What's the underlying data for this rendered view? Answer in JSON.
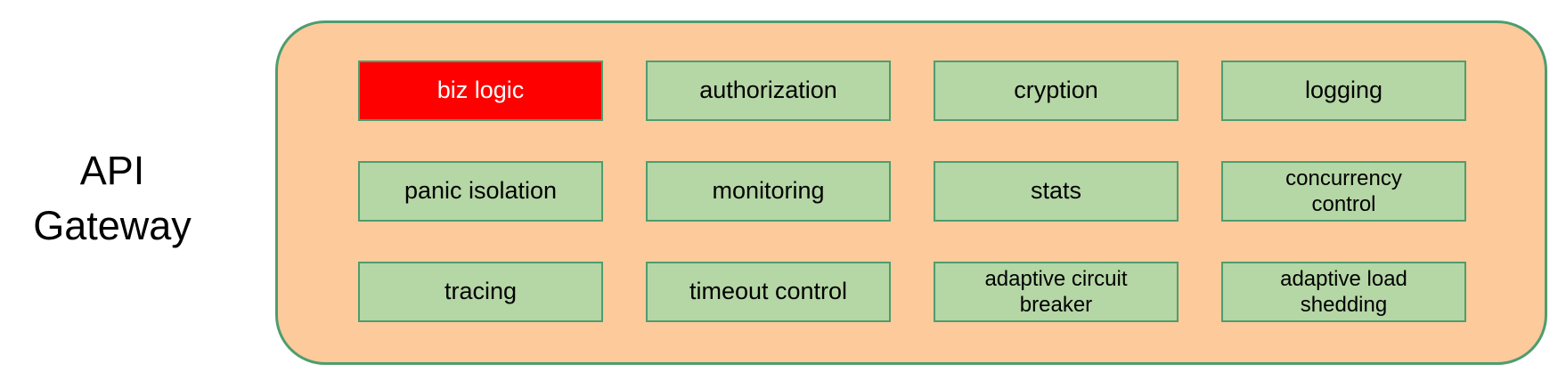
{
  "diagram": {
    "side_label": "API\nGateway",
    "boxes": [
      {
        "label": "biz logic",
        "variant": "highlight"
      },
      {
        "label": "authorization",
        "variant": "normal"
      },
      {
        "label": "cryption",
        "variant": "normal"
      },
      {
        "label": "logging",
        "variant": "normal"
      },
      {
        "label": "panic isolation",
        "variant": "normal"
      },
      {
        "label": "monitoring",
        "variant": "normal"
      },
      {
        "label": "stats",
        "variant": "normal"
      },
      {
        "label": "concurrency\ncontrol",
        "variant": "normal"
      },
      {
        "label": "tracing",
        "variant": "normal"
      },
      {
        "label": "timeout control",
        "variant": "normal"
      },
      {
        "label": "adaptive circuit\nbreaker",
        "variant": "normal"
      },
      {
        "label": "adaptive load\nshedding",
        "variant": "normal"
      }
    ],
    "colors": {
      "container_fill": "#fdca9b",
      "container_border": "#4e9d6e",
      "box_fill": "#b5d6a5",
      "box_border": "#4e9d6e",
      "highlight_fill": "#ff0000",
      "highlight_text": "#ffffff",
      "text": "#000000"
    }
  }
}
